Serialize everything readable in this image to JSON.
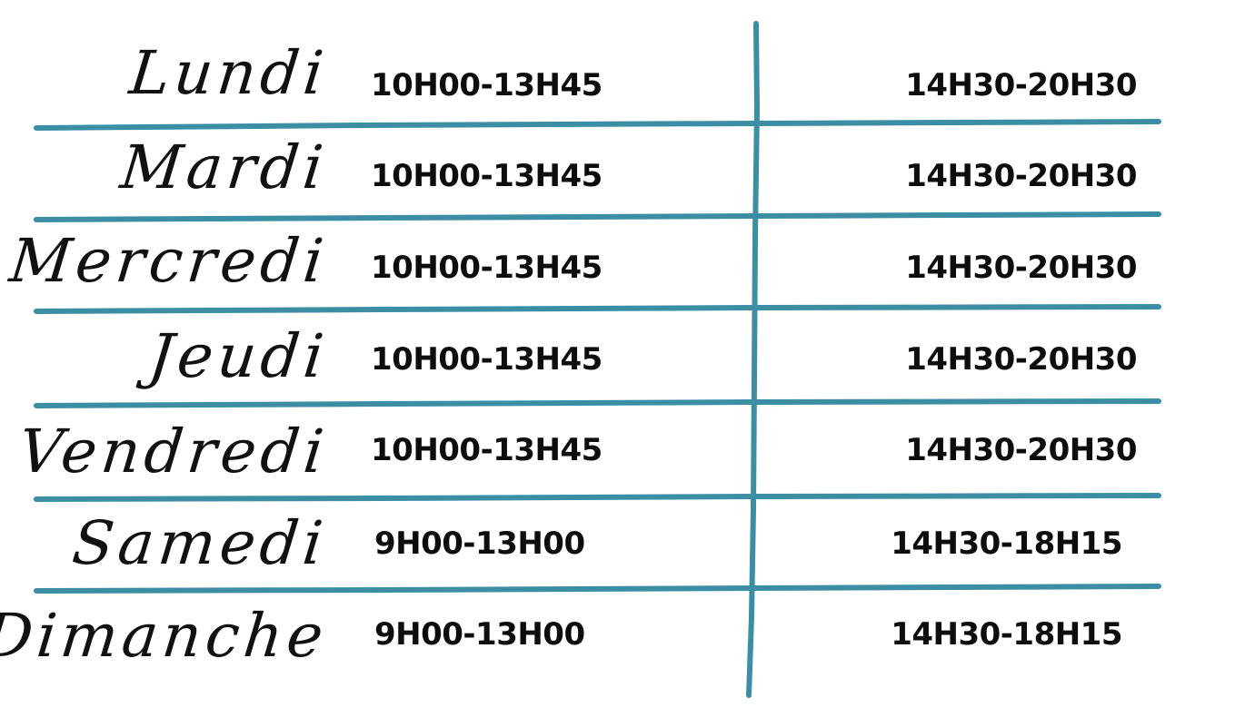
{
  "schedule": {
    "rows": [
      {
        "day": "Lundi",
        "morning": "10H00-13H45",
        "evening": "14H30-20H30"
      },
      {
        "day": "Mardi",
        "morning": "10H00-13H45",
        "evening": "14H30-20H30"
      },
      {
        "day": "Mercredi",
        "morning": "10H00-13H45",
        "evening": "14H30-20H30"
      },
      {
        "day": "Jeudi",
        "morning": "10H00-13H45",
        "evening": "14H30-20H30"
      },
      {
        "day": "Vendredi",
        "morning": "10H00-13H45",
        "evening": "14H30-20H30"
      },
      {
        "day": "Samedi",
        "morning": "9H00-13H00",
        "evening": "14H30-18H15"
      },
      {
        "day": "Dimanche",
        "morning": "9H00-13H00",
        "evening": "14H30-18H15"
      }
    ]
  },
  "colors": {
    "divider": "#3b8ea3",
    "text": "#111111",
    "background": "#ffffff"
  }
}
